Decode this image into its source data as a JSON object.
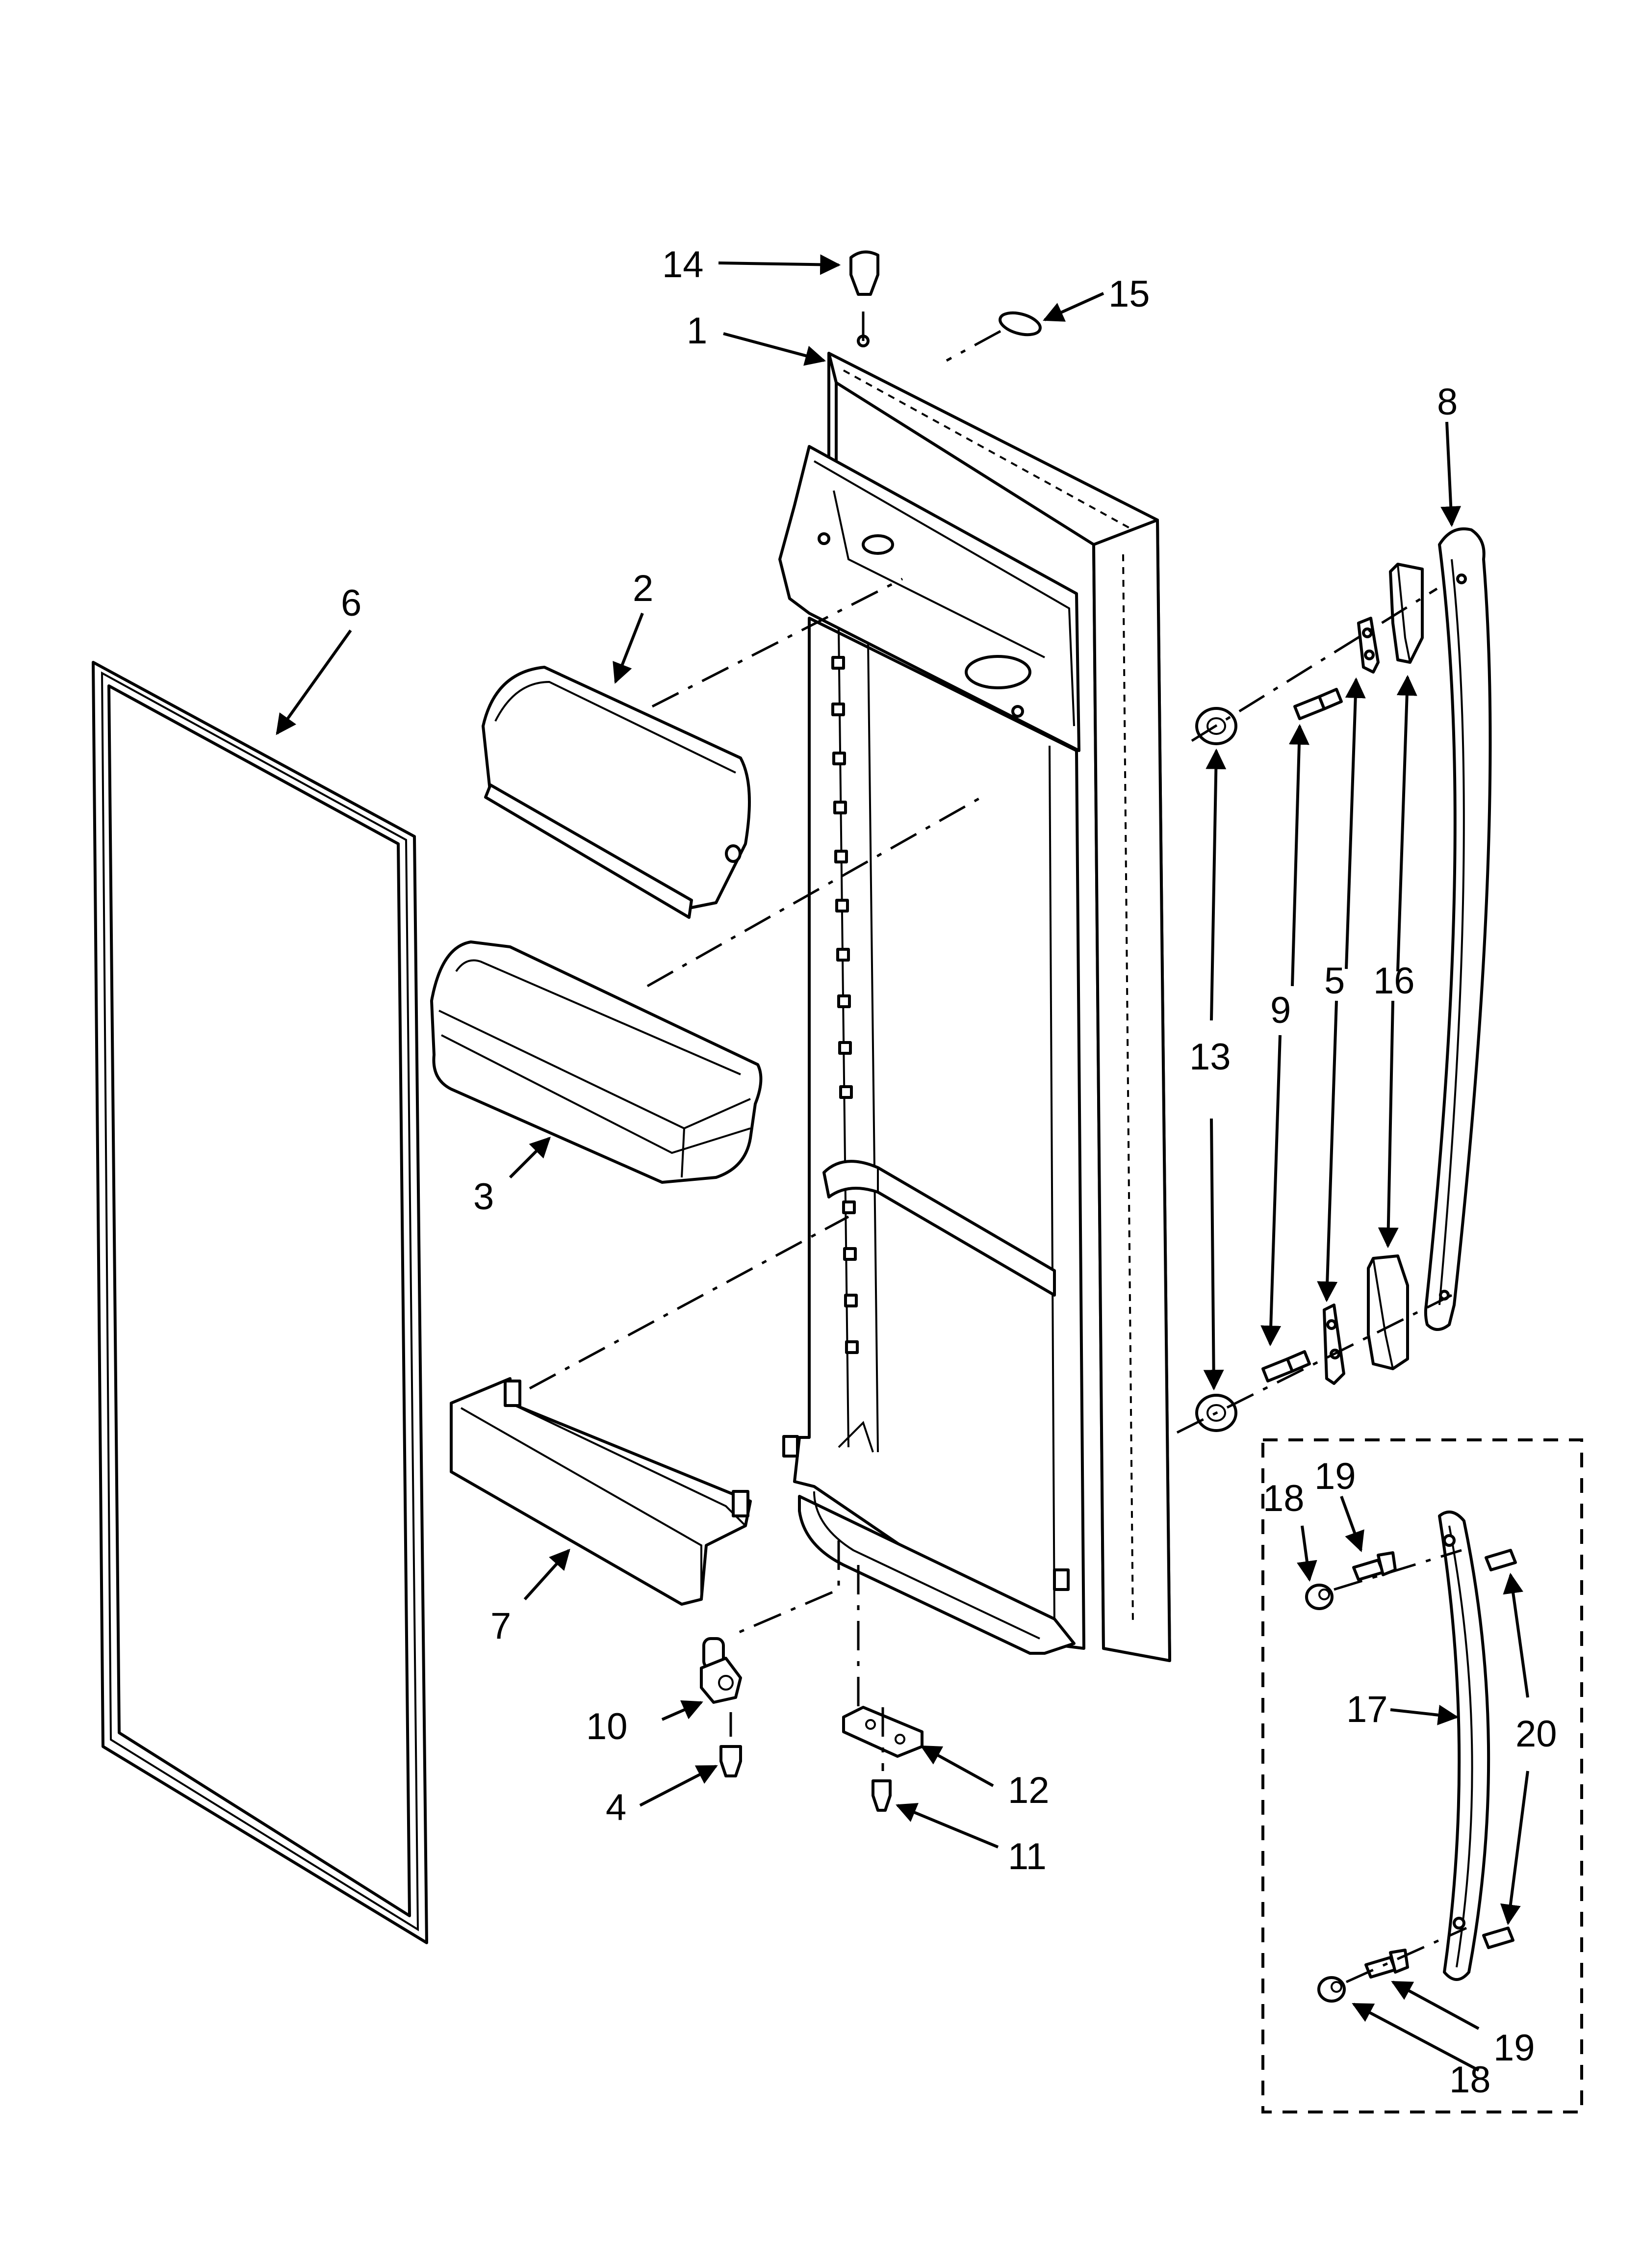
{
  "callouts": {
    "c1": "1",
    "c2": "2",
    "c3": "3",
    "c4": "4",
    "c5": "5",
    "c6": "6",
    "c7": "7",
    "c8": "8",
    "c9": "9",
    "c10": "10",
    "c11": "11",
    "c12": "12",
    "c13": "13",
    "c14": "14",
    "c15": "15",
    "c16": "16",
    "c17": "17",
    "c18a": "18",
    "c18b": "18",
    "c19a": "19",
    "c19b": "19",
    "c20": "20"
  }
}
